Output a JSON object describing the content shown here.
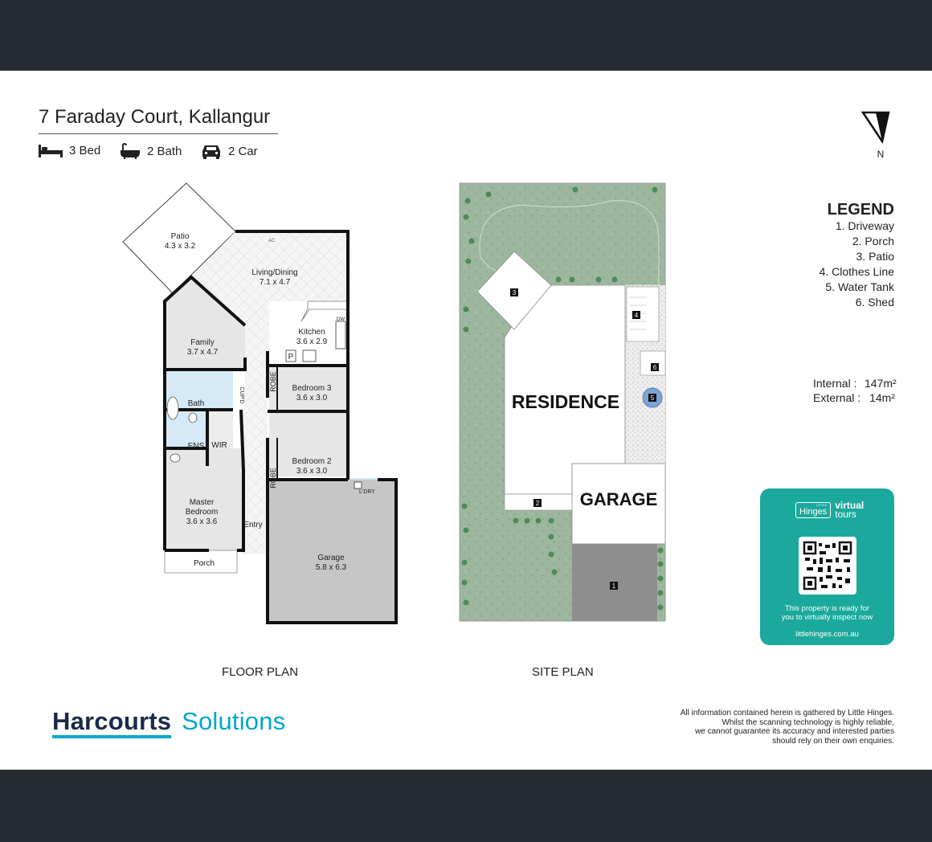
{
  "header": {
    "address": "7 Faraday Court, Kallangur",
    "features": [
      {
        "icon": "bed-icon",
        "label": "3 Bed"
      },
      {
        "icon": "bath-icon",
        "label": "2 Bath"
      },
      {
        "icon": "car-icon",
        "label": "2 Car"
      }
    ]
  },
  "compass": {
    "label": "N"
  },
  "floor_plan": {
    "caption": "FLOOR PLAN",
    "rooms": {
      "patio": {
        "name": "Patio",
        "size": "4.3 x 3.2"
      },
      "living": {
        "name": "Living/Dining",
        "size": "7.1 x 4.7"
      },
      "family": {
        "name": "Family",
        "size": "3.7 x 4.7"
      },
      "kitchen": {
        "name": "Kitchen",
        "size": "3.6 x 2.9"
      },
      "bed3": {
        "name": "Bedroom 3",
        "size": "3.6 x 3.0"
      },
      "bed2": {
        "name": "Bedroom 2",
        "size": "3.6 x 3.0"
      },
      "master": {
        "name": "Master",
        "name2": "Bedroom",
        "size": "3.6 x 3.6"
      },
      "garage": {
        "name": "Garage",
        "size": "5.8 x 6.3"
      },
      "bath": {
        "name": "Bath"
      },
      "ens": {
        "name": "ENS"
      },
      "wir": {
        "name": "WIR"
      },
      "robe": {
        "name": "ROBE"
      },
      "cupd": {
        "name": "CUP'D"
      },
      "entry": {
        "name": "Entry"
      },
      "porch": {
        "name": "Porch"
      },
      "laundry": {
        "name": "L'DRY"
      },
      "pantry": {
        "name": "P"
      },
      "dw": {
        "name": "DW"
      },
      "ac": {
        "name": "AC"
      }
    }
  },
  "site_plan": {
    "caption": "SITE PLAN",
    "residence": "RESIDENCE",
    "garage": "GARAGE",
    "markers": [
      "1",
      "2",
      "3",
      "4",
      "5",
      "6"
    ]
  },
  "legend": {
    "title": "LEGEND",
    "items": [
      "1. Driveway",
      "2. Porch",
      "3. Patio",
      "4. Clothes Line",
      "5. Water Tank",
      "6. Shed"
    ]
  },
  "areas": {
    "internal_label": "Internal  :",
    "internal_value": "147m²",
    "external_label": "External :",
    "external_value": "14m²"
  },
  "virtual_tour": {
    "brand_small": "LITTLE",
    "brand": "Hinges",
    "virtual": "virtual",
    "tours": "tours",
    "line1": "This property is ready for",
    "line2": "you to virtually inspect now",
    "url": "littlehinges.com.au"
  },
  "footer": {
    "brand_bold": "Harcourts",
    "brand_light": "Solutions",
    "disclaimer": [
      "All information contained herein is gathered by Little Hinges.",
      "Whilst the scanning technology is highly reliable,",
      "we cannot guarantee its accuracy and interested parties",
      "should rely on their own enquiries."
    ]
  },
  "colors": {
    "band": "#262b31",
    "brand_navy": "#1b2a4a",
    "brand_cyan": "#00a6ce",
    "site_green": "#9db79f",
    "teal": "#1aa99c"
  }
}
